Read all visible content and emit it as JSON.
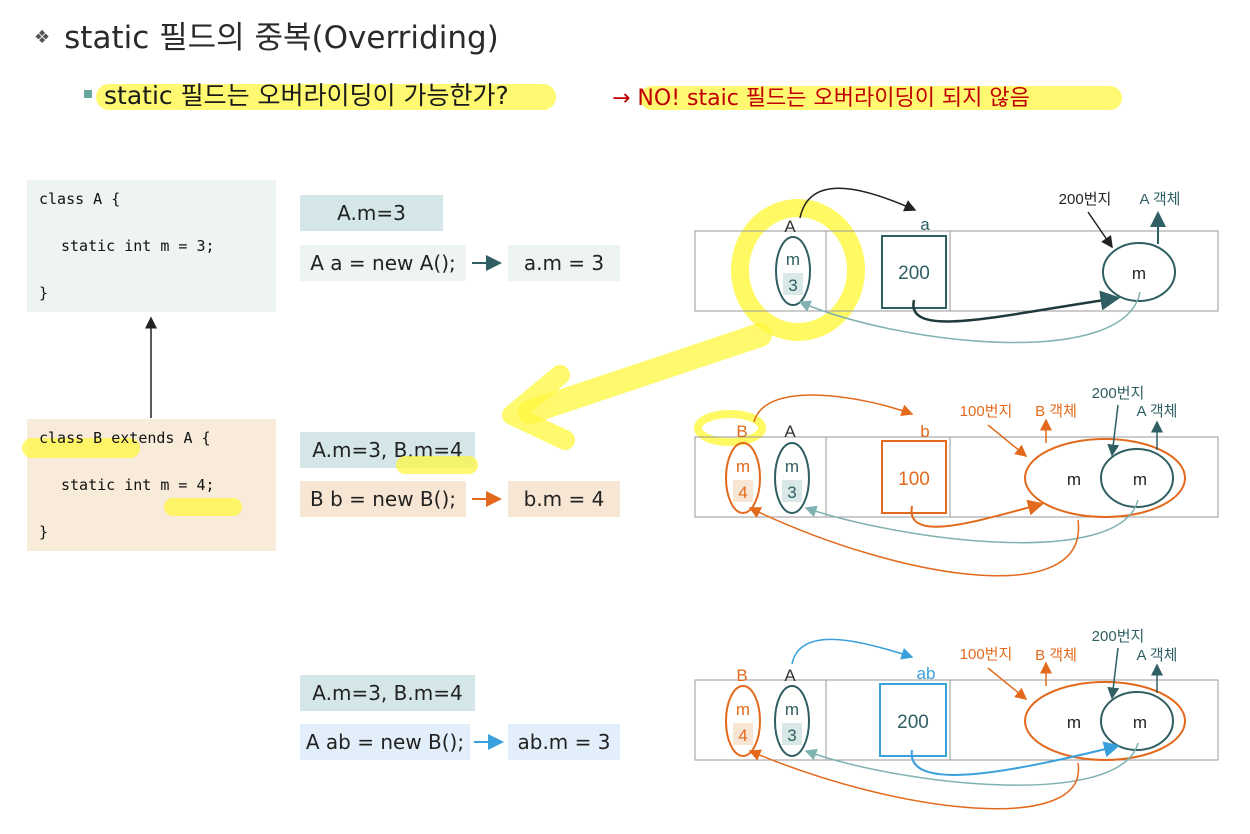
{
  "title": {
    "bullet": "❖",
    "text": "static 필드의 중복(Overriding)"
  },
  "question": "static 필드는 오버라이딩이 가능한가?",
  "answer": "→ NO! staic 필드는 오버라이딩이 되지 않음",
  "code_a": {
    "line1": "class A {",
    "line2": "static int m = 3;",
    "line3": "}"
  },
  "code_b": {
    "line1": "class B extends A {",
    "line2": "static int m = 4;",
    "line3": "}"
  },
  "row1": {
    "static_vals": "A.m=3",
    "stmt": "A a = new A();",
    "result": "a.m =  3"
  },
  "row2": {
    "static_vals": "A.m=3, B.m=4",
    "stmt": "B b = new B();",
    "result": "b.m =  4"
  },
  "row3": {
    "static_vals": "A.m=3, B.m=4",
    "stmt": "A ab = new B();",
    "result": "ab.m =  3"
  },
  "diag1": {
    "label_a": "A",
    "var_m": "m",
    "val_a": "3",
    "ref": "a",
    "addr": "200",
    "addr_label": "200번지",
    "obj_label": "A 객체",
    "field": "m"
  },
  "diag2": {
    "label_b": "B",
    "label_a": "A",
    "var_m": "m",
    "val_b": "4",
    "val_a": "3",
    "ref": "b",
    "addr": "100",
    "addr_b_label": "100번지",
    "obj_b_label": "B 객체",
    "addr_a_label": "200번지",
    "obj_a_label": "A 객체",
    "field": "m"
  },
  "diag3": {
    "label_b": "B",
    "label_a": "A",
    "var_m": "m",
    "val_b": "4",
    "val_a": "3",
    "ref": "ab",
    "addr": "200",
    "addr_b_label": "100번지",
    "obj_b_label": "B 객체",
    "addr_a_label": "200번지",
    "obj_a_label": "A 객체",
    "field": "m"
  },
  "colors": {
    "teal": "#2f5f63",
    "orange": "#e36a1c",
    "blue": "#3aa0dc",
    "highlight": "#fff73c",
    "answer": "#c00000"
  }
}
